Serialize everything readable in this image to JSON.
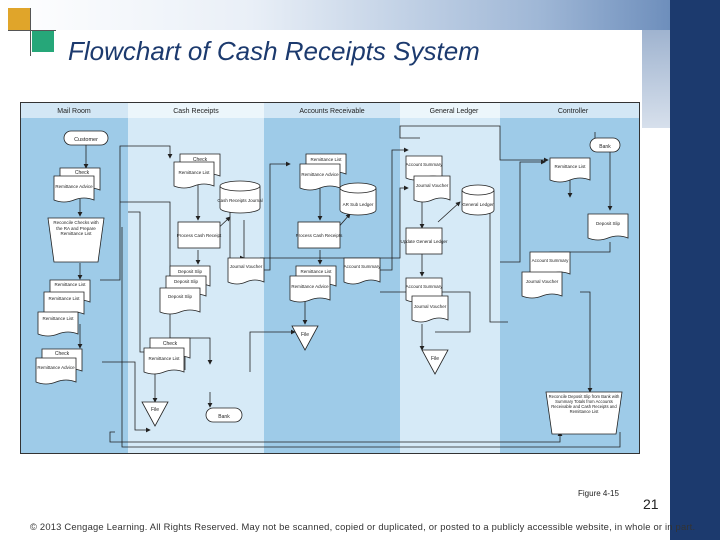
{
  "slide": {
    "title": "Flowchart of Cash Receipts System",
    "figure_caption": "Figure 4-15",
    "page_number": "21",
    "footer": "© 2013 Cengage Learning. All Rights Reserved. May not be scanned, copied or duplicated, or posted to a publicly accessible website, in whole or in part."
  },
  "colors": {
    "lane_dark": "#9ecbe8",
    "lane_light": "#d6eaf7",
    "sidebar": "#1c3a6e",
    "accent_orange": "#e0a52a",
    "accent_green": "#26a779"
  },
  "lanes": [
    "Mail Room",
    "Cash Receipts",
    "Accounts Receivable",
    "General Ledger",
    "Controller"
  ],
  "nodes": {
    "customer": "Customer",
    "check_1": "Check",
    "remit_advice_1": "Remittance Advice",
    "reconcile_checks": "Reconcile Checks with the RA and Prepare Remittance List",
    "remit_list_1": "Remittance List",
    "remit_list_2": "Remittance List",
    "check_2": "Check",
    "remit_advice_2": "Remittance Advice",
    "cr_check": "Check",
    "cr_remit_list": "Remittance List",
    "cr_journal": "Cash Receipts Journal",
    "cr_process": "Process Cash Receipt",
    "cr_deposit_slip_a": "Deposit Slip",
    "cr_deposit_slip_b": "Deposit Slip",
    "cr_deposit_slip_c": "Deposit Slip",
    "cr_journal_voucher": "Journal Voucher",
    "cr_check_2": "Check",
    "cr_remit_list_2": "Remittance List",
    "cr_file": "File",
    "cr_bank": "Bank",
    "ar_remit_list": "Remittance List",
    "ar_remit_advice": "Remittance Advice",
    "ar_subledger": "AR Sub Ledger",
    "ar_process": "Process Cash Receipts",
    "ar_remit_list_2": "Remittance List",
    "ar_remit_advice_2": "Remittance Advice",
    "ar_account_summary": "Account Summary",
    "ar_file": "File",
    "gl_account_summary": "Account Summary",
    "gl_journal_voucher": "Journal Voucher",
    "gl_general_ledger": "General Ledger",
    "gl_update": "Update General Ledger",
    "gl_account_summary_2": "Account Summary",
    "gl_journal_voucher_2": "Journal Voucher",
    "gl_file": "File",
    "ct_bank": "Bank",
    "ct_remit_list": "Remittance List",
    "ct_deposit_slip": "Deposit Slip",
    "ct_account_summary": "Account Summary",
    "ct_journal_voucher": "Journal Voucher",
    "ct_reconcile": "Reconcile Deposit Slip from Bank with Summary Totals from Accounts Receivable and Cash Receipts and Remittance List"
  }
}
